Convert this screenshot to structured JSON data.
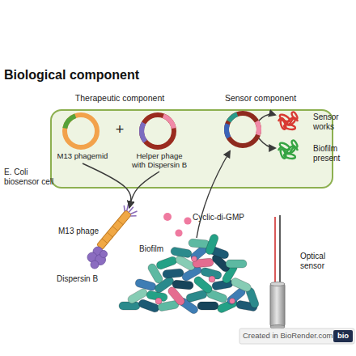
{
  "diagram": {
    "title": "Biological component",
    "nodes": [
      {
        "text": [
          "E. Coli biosensor cell"
        ]
      },
      {
        "text": [
          "M13 phagemid"
        ],
        "in": 0
      },
      {
        "text": [
          "Helper phage with Dispersin B"
        ],
        "in": 0
      },
      {
        "text": [
          "Sensor works"
        ],
        "in": 0
      },
      {
        "text": [
          "Biofilm present"
        ],
        "in": 0
      },
      {
        "text": [
          "M13 phage"
        ]
      },
      {
        "text": [
          "Dispersin B"
        ]
      },
      {
        "text": [
          "Cyclic-di-GMP"
        ]
      },
      {
        "text": [
          "Biofilm"
        ]
      },
      {
        "text": [
          "Optical sensor"
        ]
      }
    ],
    "edges": [
      {
        "from": 1,
        "to": 5,
        "arrow": "to"
      },
      {
        "from": 2,
        "to": 5,
        "arrow": "to"
      }
    ],
    "labels": [
      "Therapeutic component",
      "Sensor component",
      "+",
      "Created in BioRender.com",
      "bio"
    ]
  }
}
